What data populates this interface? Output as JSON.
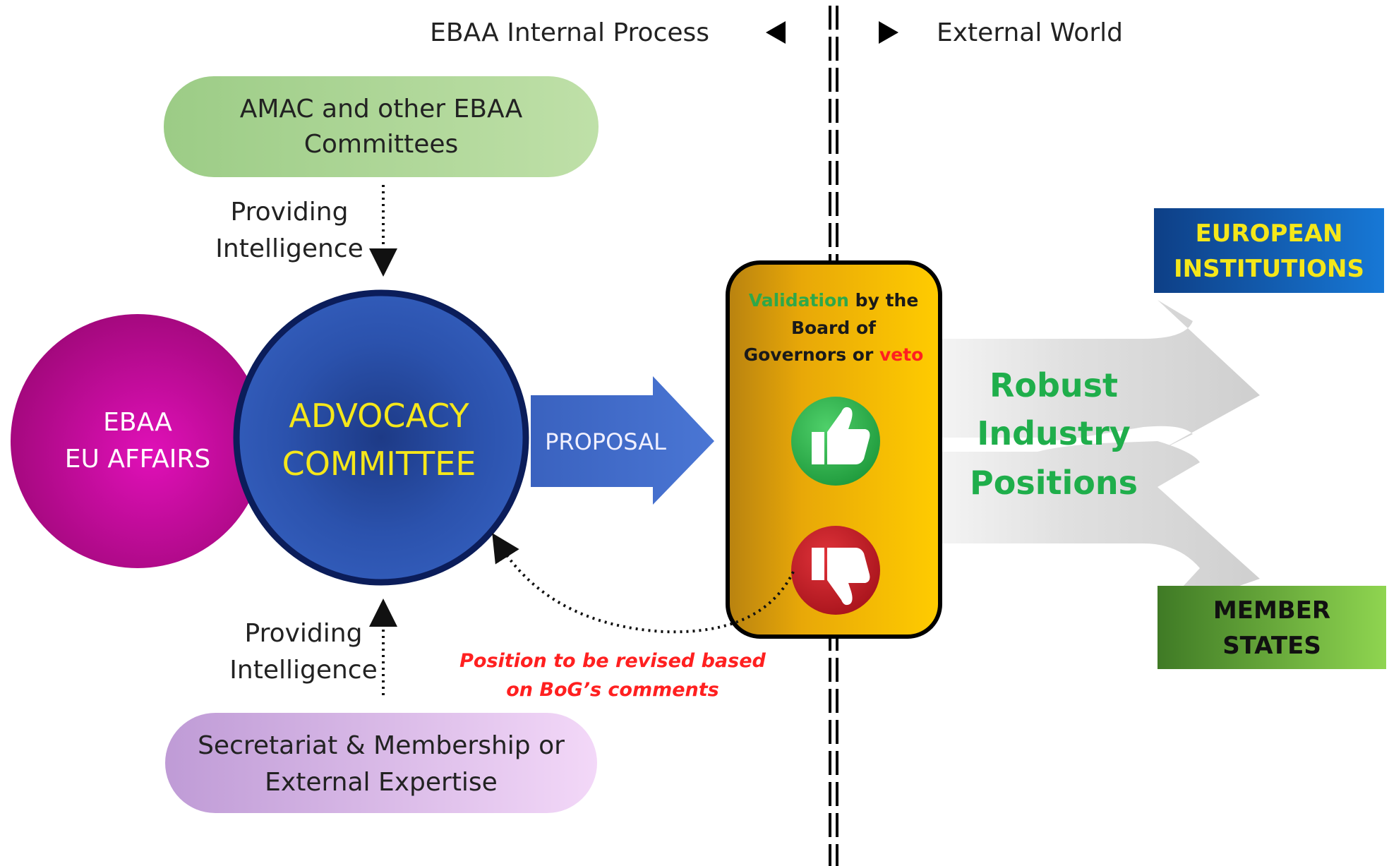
{
  "header": {
    "internal_label": "EBAA Internal Process",
    "external_label": "External World"
  },
  "nodes": {
    "amac": {
      "line1": "AMAC and other EBAA",
      "line2": "Committees"
    },
    "providing_top": {
      "line1": "Providing",
      "line2": "Intelligence"
    },
    "providing_bottom": {
      "line1": "Providing",
      "line2": "Intelligence"
    },
    "eu_affairs": {
      "line1": "EBAA",
      "line2": "EU AFFAIRS"
    },
    "advocacy": {
      "line1": "ADVOCACY",
      "line2": "COMMITTEE"
    },
    "proposal": "PROPOSAL",
    "validation": {
      "word_validation": "Validation",
      "word_by_the": " by the",
      "line2": "Board of",
      "word_governors": "Governors or ",
      "word_veto": "veto"
    },
    "revise_note": {
      "line1": "Position to be revised based",
      "line2": "on BoG’s comments"
    },
    "secretariat": {
      "line1": "Secretariat & Membership or",
      "line2": "External Expertise"
    },
    "robust": {
      "line1": "Robust",
      "line2": "Industry",
      "line3": "Positions"
    },
    "european": {
      "line1": "EUROPEAN",
      "line2": "INSTITUTIONS"
    },
    "member": {
      "line1": "MEMBER",
      "line2": "STATES"
    }
  },
  "icons": [
    "thumbs-up-icon",
    "thumbs-down-icon",
    "arrow-left-icon",
    "arrow-right-icon"
  ],
  "colors": {
    "green_text": "#1fae4b",
    "veto_red": "#ff2020",
    "validation_green": "#2ea84a",
    "committee_yellow": "#f5e71a",
    "advocacy_blue": "#2f56b0",
    "eu_magenta": "#c8109a",
    "european_blue": "#1565c0",
    "member_green": "#6cb33e",
    "gold_box": "#f2b90a"
  }
}
